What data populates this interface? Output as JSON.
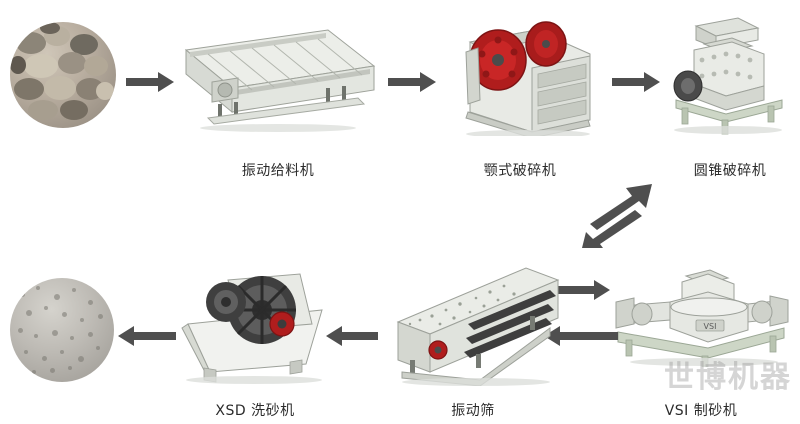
{
  "diagram": {
    "title": "",
    "watermark": "世博机器",
    "colors": {
      "arrow": "#4f4f4f",
      "machine_body": "#e6e8e3",
      "machine_shadow": "#b9bcb5",
      "accent_red": "#b01d1d",
      "label_text": "#2b2b2b",
      "base_green": "#cfd6c8"
    },
    "nodes": [
      {
        "id": "raw-material",
        "label": "",
        "kind": "stone-circle"
      },
      {
        "id": "vibrating-feeder",
        "label": "振动给料机",
        "kind": "machine"
      },
      {
        "id": "jaw-crusher",
        "label": "颚式破碎机",
        "kind": "machine"
      },
      {
        "id": "cone-crusher",
        "label": "圆锥破碎机",
        "kind": "machine"
      },
      {
        "id": "vsi-sand-maker",
        "label": "VSI 制砂机",
        "kind": "machine"
      },
      {
        "id": "vibrating-screen",
        "label": "振动筛",
        "kind": "machine"
      },
      {
        "id": "xsd-sand-washer",
        "label": "XSD 洗砂机",
        "kind": "machine"
      },
      {
        "id": "finished-sand",
        "label": "",
        "kind": "sand-circle"
      }
    ],
    "arrows": [
      {
        "id": "arrow-raw-to-feeder",
        "direction": "right"
      },
      {
        "id": "arrow-feeder-to-jaw",
        "direction": "right"
      },
      {
        "id": "arrow-jaw-to-cone",
        "direction": "right"
      },
      {
        "id": "arrow-cone-to-vsi-down",
        "direction": "down-left"
      },
      {
        "id": "arrow-vsi-to-cone-up",
        "direction": "up-right"
      },
      {
        "id": "arrow-screen-to-vsi",
        "direction": "right"
      },
      {
        "id": "arrow-vsi-to-screen",
        "direction": "left"
      },
      {
        "id": "arrow-screen-to-washer",
        "direction": "left"
      },
      {
        "id": "arrow-washer-to-sand",
        "direction": "left"
      }
    ]
  }
}
